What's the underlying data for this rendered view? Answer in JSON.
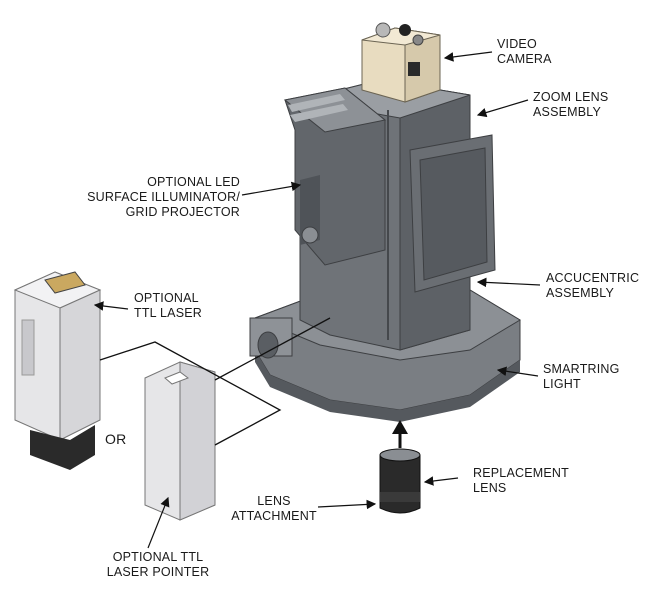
{
  "labels": {
    "video_camera": [
      "VIDEO",
      "CAMERA"
    ],
    "zoom_lens": [
      "ZOOM LENS",
      "ASSEMBLY"
    ],
    "led_illuminator": [
      "OPTIONAL LED",
      "SURFACE ILLUMINATOR/",
      "GRID PROJECTOR"
    ],
    "accucentric": [
      "ACCUCENTRIC",
      "ASSEMBLY"
    ],
    "ttl_laser": [
      "OPTIONAL",
      "TTL LASER"
    ],
    "smartring": [
      "SMARTRING",
      "LIGHT"
    ],
    "or": "OR",
    "replacement_lens": [
      "REPLACEMENT",
      "LENS"
    ],
    "lens_attachment": [
      "LENS",
      "ATTACHMENT"
    ],
    "ttl_laser_pointer": [
      "OPTIONAL TTL",
      "LASER POINTER"
    ]
  },
  "colors": {
    "body": "#6f7378",
    "body_dark": "#4f5358",
    "body_light": "#9a9ea3",
    "camera": "#e8dcc0",
    "laser": "#e6e6e8",
    "lens": "#2a2a2a"
  }
}
